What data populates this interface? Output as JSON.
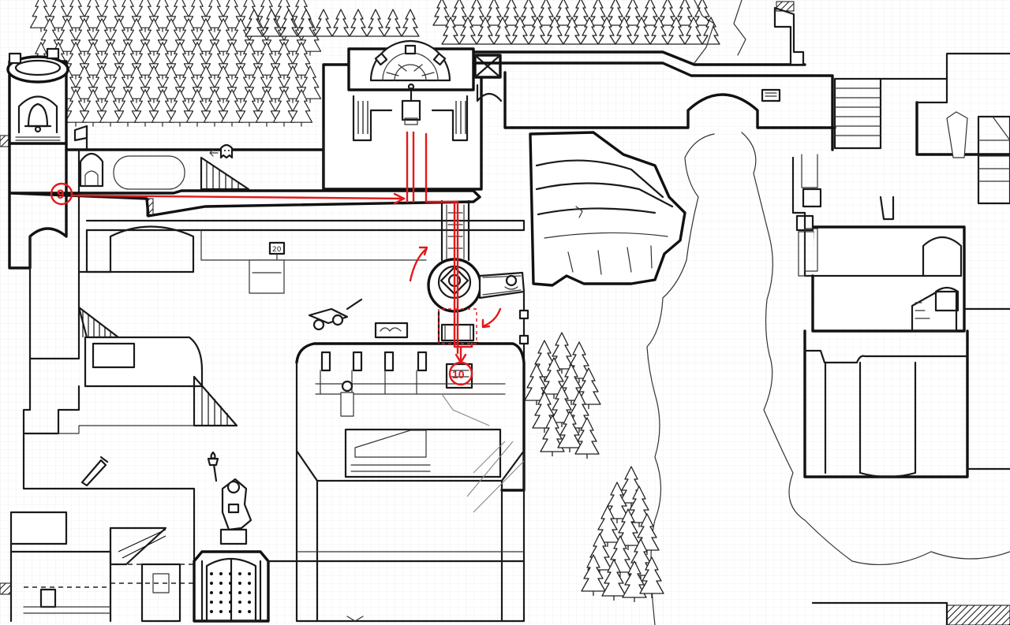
{
  "map": {
    "style": "hand-drawn ink on graph paper",
    "colors": {
      "paper": "#ffffff",
      "grid": "#e6e6e6",
      "ink": "#1a1a1a",
      "route": "#e2191b"
    }
  },
  "markers": [
    {
      "id": "marker-9",
      "label": "9"
    },
    {
      "id": "marker-10",
      "label": "10"
    }
  ],
  "signs": {
    "sign_20": "20"
  },
  "icons": [
    "bell-icon",
    "ghost-icon",
    "arrow-left-icon",
    "gear-icon",
    "cart-icon",
    "statue-icon",
    "torch-icon",
    "lever-icon",
    "tree-icon",
    "crate-icon"
  ]
}
